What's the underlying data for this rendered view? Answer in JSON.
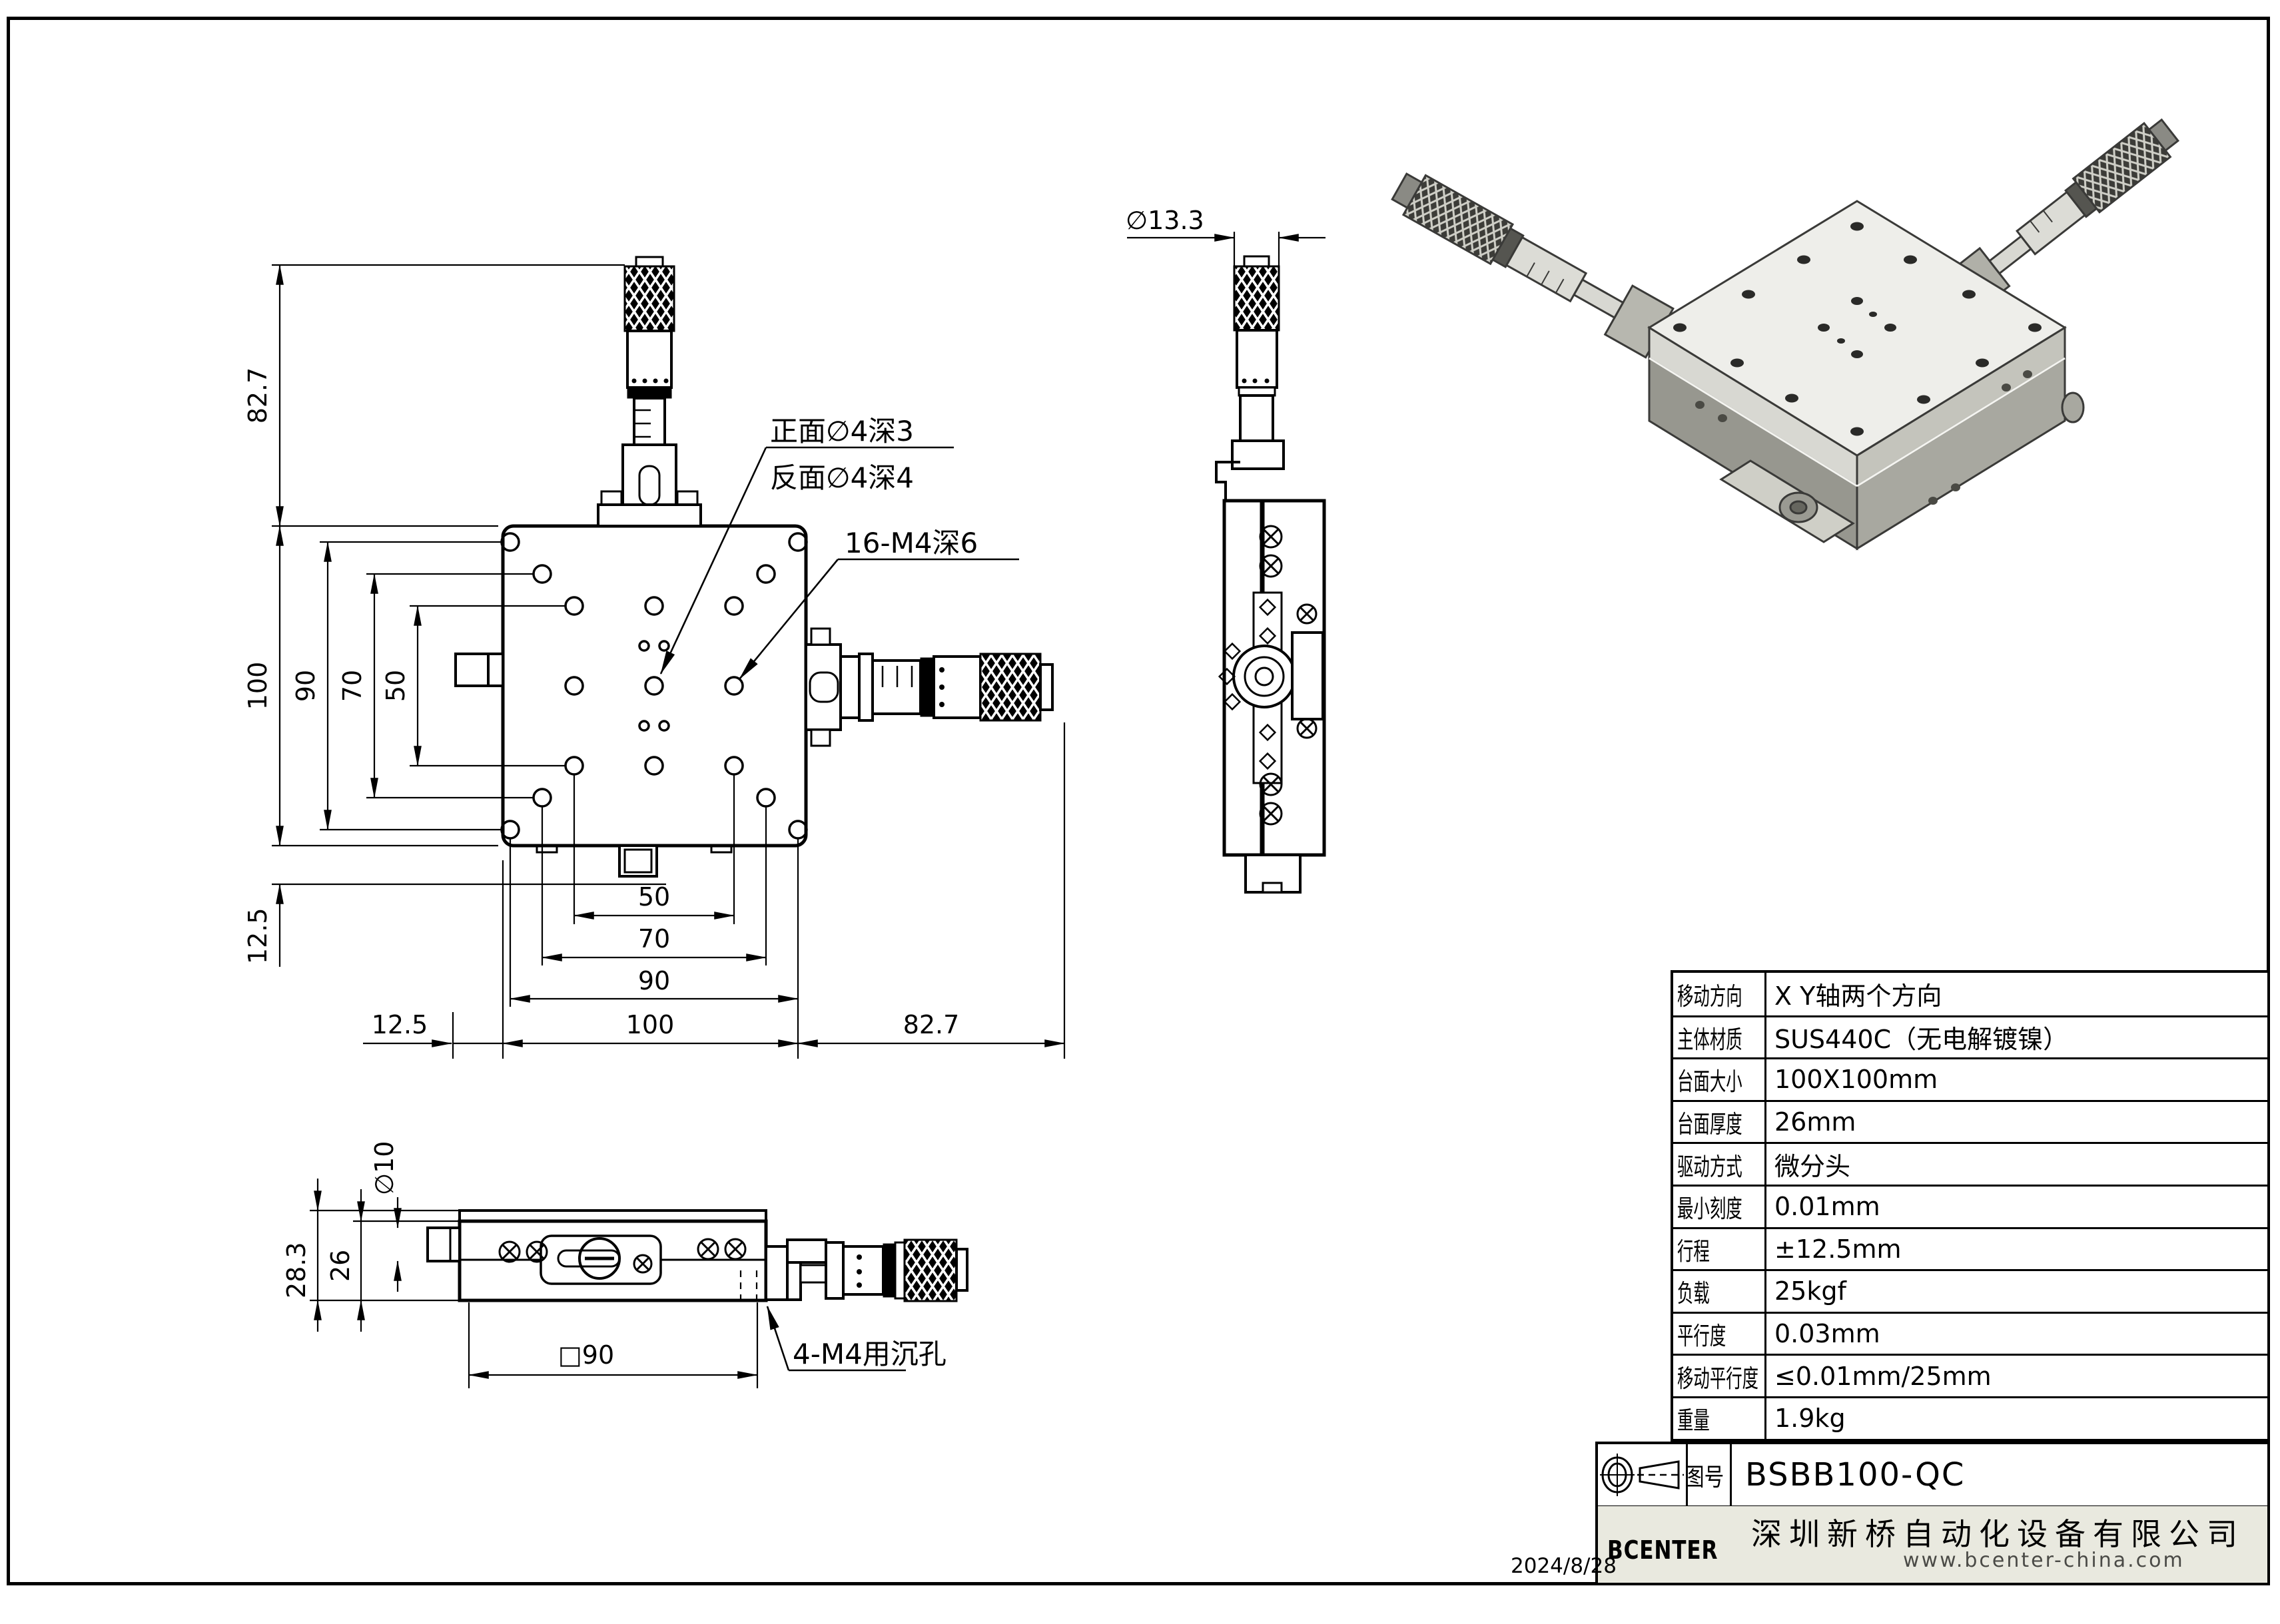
{
  "page": {
    "date": "2024/8/28"
  },
  "front_view": {
    "callout_front_back": {
      "line1": "正面∅4深3",
      "line2": "反面∅4深4"
    },
    "callout_tapped": "16-M4深6",
    "dims": {
      "micrometer_height": "82.7",
      "plate_height": "100",
      "v90": "90",
      "v70": "70",
      "v50": "50",
      "v_offset": "12.5",
      "h50": "50",
      "h70": "70",
      "h90": "90",
      "h_offset": "12.5",
      "plate_width": "100",
      "micrometer_width": "82.7"
    }
  },
  "side_view": {
    "dims": {
      "knob_dia": "∅13.3"
    }
  },
  "bottom_view": {
    "dims": {
      "overall_height": "28.3",
      "body_thickness": "26",
      "knob_dia": "∅10",
      "mount_square": "□90"
    },
    "callout_counterbore": "4-M4用沉孔"
  },
  "spec_table": {
    "rows": [
      {
        "label": "移动方向",
        "value": "X Y轴两个方向"
      },
      {
        "label": "主体材质",
        "value": "SUS440C（无电解镀镍）"
      },
      {
        "label": "台面大小",
        "value": "100X100mm"
      },
      {
        "label": "台面厚度",
        "value": "26mm"
      },
      {
        "label": "驱动方式",
        "value": "微分头"
      },
      {
        "label": "最小刻度",
        "value": "0.01mm"
      },
      {
        "label": "行程",
        "value": "±12.5mm"
      },
      {
        "label": "负载",
        "value": "25kgf"
      },
      {
        "label": "平行度",
        "value": "0.03mm"
      },
      {
        "label": "移动平行度",
        "value": "≤0.01mm/25mm"
      },
      {
        "label": "重量",
        "value": "1.9kg"
      }
    ]
  },
  "title_block": {
    "drawing_no_label": "图号",
    "drawing_no": "BSBB100-QC",
    "logo": "BCENTER",
    "company": "深圳新桥自动化设备有限公司",
    "website": "www.bcenter-china.com"
  }
}
